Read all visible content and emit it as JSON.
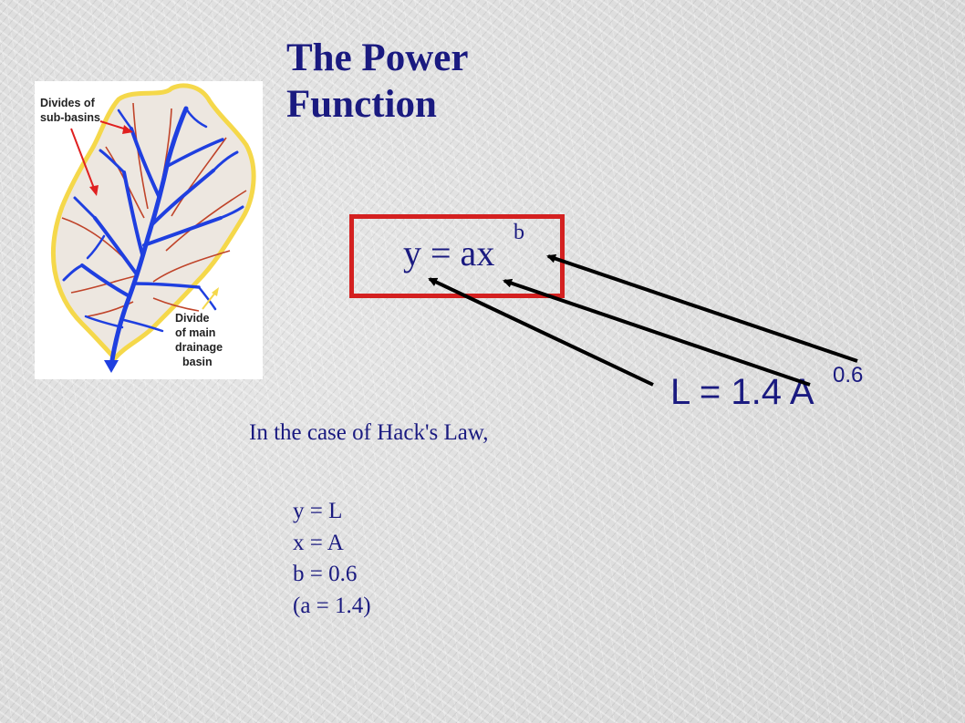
{
  "slide": {
    "title_line1": "The Power",
    "title_line2": "Function",
    "title_color": "#1a1a80"
  },
  "figure": {
    "label_subbasins_line1": "Divides of",
    "label_subbasins_line2": "sub-basins",
    "label_main_line1": "Divide",
    "label_main_line2": "of main",
    "label_main_line3": "drainage",
    "label_main_line4": "basin",
    "colors": {
      "basin_fill": "#ede7e0",
      "main_divide": "#f5d84a",
      "sub_divides": "#c0442a",
      "streams": "#1f3fe0",
      "arrow_red": "#e02020",
      "arrow_yellow": "#f5d84a"
    }
  },
  "general_formula": {
    "base": "y = ax",
    "exponent": "b",
    "box_color": "#d42020"
  },
  "hack_formula": {
    "base": "L = 1.4 A",
    "exponent": "0.6"
  },
  "explanation": {
    "intro": "In the case of Hack's Law,",
    "lines": [
      "y = L",
      "x = A",
      "b = 0.6",
      "(a = 1.4)"
    ]
  }
}
